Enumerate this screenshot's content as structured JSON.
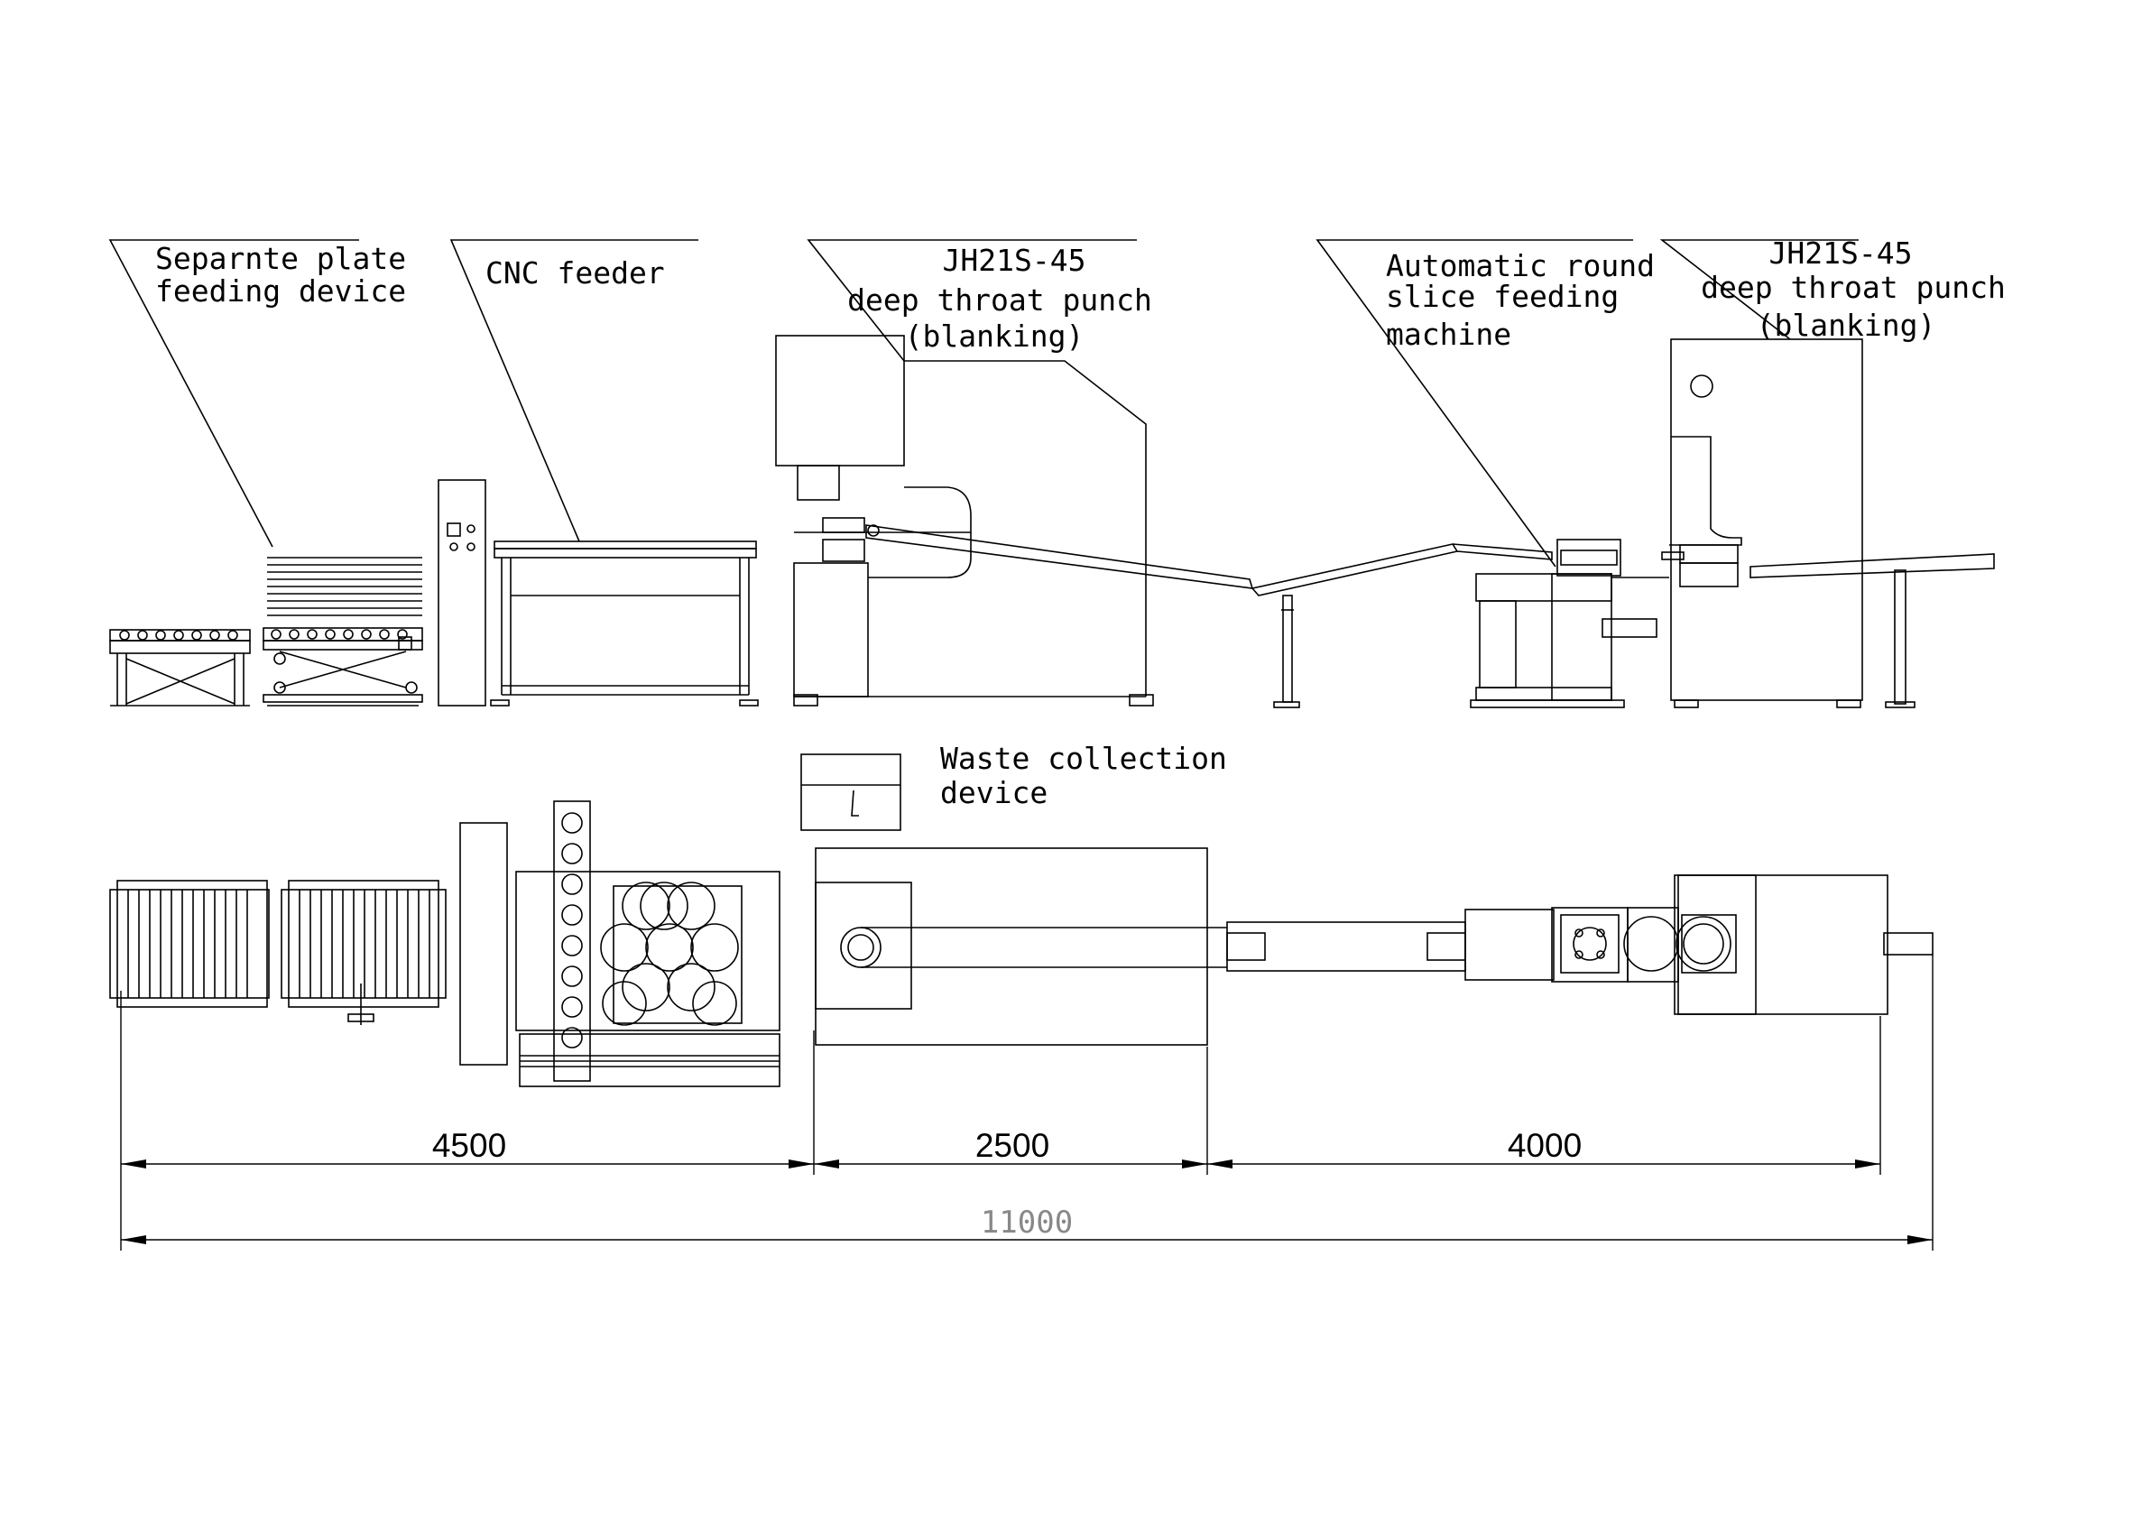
{
  "labels": {
    "separate_plate": [
      "Separnte plate",
      "feeding device"
    ],
    "cnc_feeder": [
      "CNC feeder"
    ],
    "punch_1": [
      "JH21S-45",
      "deep throat punch",
      "(blanking)"
    ],
    "round_slice": [
      "Automatic round",
      "slice feeding",
      "machine"
    ],
    "punch_2": [
      "JH21S-45",
      "deep throat punch",
      "(blanking)"
    ],
    "waste": [
      "Waste collection",
      "device"
    ]
  },
  "dimensions": {
    "seg1": "4500",
    "seg2": "2500",
    "seg3": "4000",
    "total": "11000"
  }
}
